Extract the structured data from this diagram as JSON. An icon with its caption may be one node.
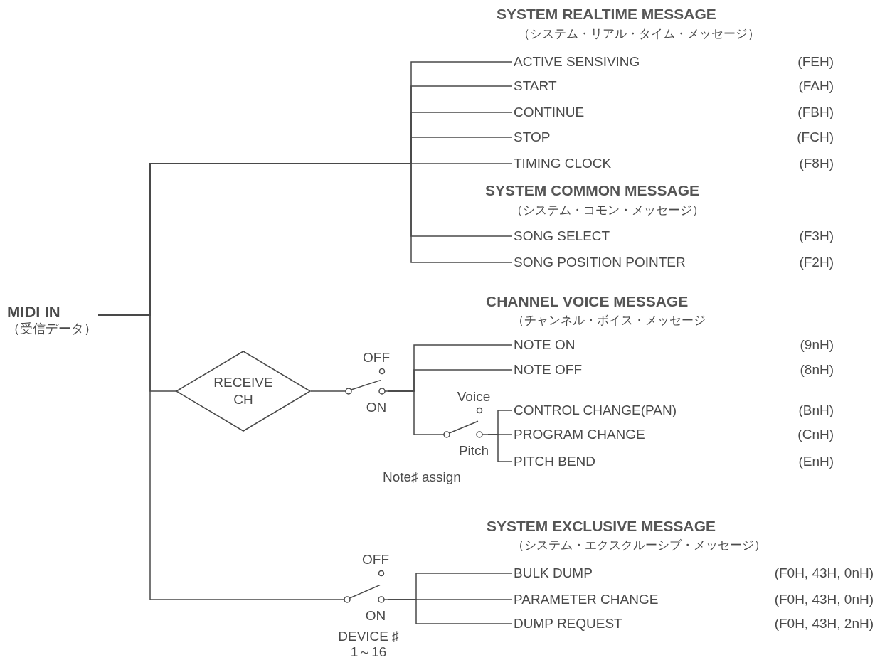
{
  "diagram": {
    "nodes": [
      {
        "text": [
          "MIDI IN",
          "（受信データ）"
        ]
      },
      {
        "text": [
          "ACTIVE SENSIVING"
        ],
        "beside": [
          "(FEH)"
        ]
      },
      {
        "text": [
          "START"
        ],
        "beside": [
          "(FAH)"
        ]
      },
      {
        "text": [
          "CONTINUE"
        ],
        "beside": [
          "(FBH)"
        ]
      },
      {
        "text": [
          "STOP"
        ],
        "beside": [
          "(FCH)"
        ]
      },
      {
        "text": [
          "TIMING CLOCK"
        ],
        "beside": [
          "(F8H)"
        ]
      },
      {
        "text": [
          "SONG SELECT"
        ],
        "beside": [
          "(F3H)"
        ]
      },
      {
        "text": [
          "SONG POSITION POINTER"
        ],
        "beside": [
          "(F2H)"
        ]
      },
      {
        "text": [
          "RECEIVE CH"
        ]
      },
      {
        "text": [],
        "shape": "switch",
        "beside": [
          "OFF",
          "ON"
        ]
      },
      {
        "text": [
          "NOTE ON"
        ],
        "beside": [
          "(9nH)"
        ]
      },
      {
        "text": [
          "NOTE OFF"
        ],
        "beside": [
          "(8nH)"
        ]
      },
      {
        "text": [],
        "shape": "switch",
        "beside": [
          "Voice",
          "Pitch"
        ]
      },
      {
        "text": [
          "CONTROL CHANGE(PAN)"
        ],
        "beside": [
          "(BnH)"
        ]
      },
      {
        "text": [
          "PROGRAM CHANGE"
        ],
        "beside": [
          "(CnH)"
        ]
      },
      {
        "text": [
          "PITCH BEND"
        ],
        "beside": [
          "(EnH)"
        ]
      },
      {
        "text": [],
        "shape": "switch",
        "beside": [
          "OFF",
          "ON"
        ]
      },
      {
        "text": [
          "BULK DUMP"
        ],
        "beside": [
          "(F0H, 43H, 0nH)"
        ]
      },
      {
        "text": [
          "PARAMETER CHANGE"
        ],
        "beside": [
          "(F0H, 43H, 0nH)"
        ]
      },
      {
        "text": [
          "DUMP REQUEST"
        ],
        "beside": [
          "(F0H, 43H, 2nH)"
        ]
      }
    ],
    "edges": [
      {
        "from": 0,
        "to": 1,
        "arrow": "none"
      },
      {
        "from": 0,
        "to": 2,
        "arrow": "none"
      },
      {
        "from": 0,
        "to": 3,
        "arrow": "none"
      },
      {
        "from": 0,
        "to": 4,
        "arrow": "none"
      },
      {
        "from": 0,
        "to": 5,
        "arrow": "none"
      },
      {
        "from": 0,
        "to": 6,
        "arrow": "none"
      },
      {
        "from": 0,
        "to": 7,
        "arrow": "none"
      },
      {
        "from": 0,
        "to": 8,
        "arrow": "none"
      },
      {
        "from": 8,
        "to": 9,
        "arrow": "none"
      },
      {
        "from": 9,
        "to": 10,
        "arrow": "none"
      },
      {
        "from": 9,
        "to": 11,
        "arrow": "none"
      },
      {
        "from": 9,
        "to": 12,
        "arrow": "none"
      },
      {
        "from": 12,
        "to": 13,
        "arrow": "none"
      },
      {
        "from": 12,
        "to": 14,
        "arrow": "none"
      },
      {
        "from": 12,
        "to": 15,
        "arrow": "none"
      },
      {
        "from": 0,
        "to": 16,
        "arrow": "none"
      },
      {
        "from": 16,
        "to": 17,
        "arrow": "none"
      },
      {
        "from": 16,
        "to": 18,
        "arrow": "none"
      },
      {
        "from": 16,
        "to": 19,
        "arrow": "none"
      }
    ],
    "labels": [
      "SYSTEM REALTIME MESSAGE",
      "（システム・リアル・タイム・メッセージ）",
      "SYSTEM COMMON MESSAGE",
      "（システム・コモン・メッセージ）",
      "CHANNEL VOICE MESSAGE",
      "（チャンネル・ボイス・メッセージ",
      "Note♯ assign",
      "SYSTEM EXCLUSIVE MESSAGE",
      "（システム・エクスクルーシブ・メッセージ）",
      "DEVICE ♯ 1～16"
    ]
  }
}
